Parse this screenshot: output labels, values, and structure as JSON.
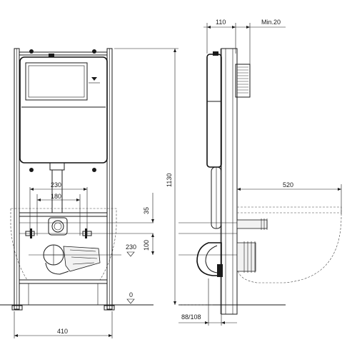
{
  "drawing": {
    "front_view": {
      "width_label": "410",
      "outlet_spacing_label": "230",
      "inner_spacing_label": "180",
      "drain_height_label": "230",
      "floor_level_label": "0"
    },
    "side_view": {
      "frame_depth_label": "110",
      "clearance_label": "Min.20",
      "total_height_label": "1130",
      "bowl_projection_label": "520",
      "offset_35_label": "35",
      "offset_100_label": "100",
      "wall_offset_label": "88/108"
    }
  }
}
